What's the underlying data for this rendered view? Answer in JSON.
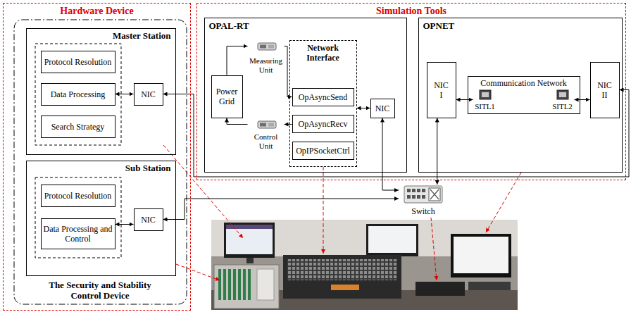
{
  "diagram": {
    "nodes": [
      {
        "text": [
          "Hardware Device"
        ]
      },
      {
        "text": [
          "The Security and Stability Control Device"
        ],
        "in": 0
      },
      {
        "text": [
          "Master Station"
        ],
        "in": 1
      },
      {
        "text": [
          "Protocol Resolution"
        ],
        "in": 2
      },
      {
        "text": [
          "Data Processing"
        ],
        "in": 2
      },
      {
        "text": [
          "Search Strategy"
        ],
        "in": 2
      },
      {
        "text": [
          "NIC"
        ],
        "in": 2
      },
      {
        "text": [
          "Sub Station"
        ],
        "in": 1
      },
      {
        "text": [
          "Protocol Resolution"
        ],
        "in": 7
      },
      {
        "text": [
          "Data Processing and Control"
        ],
        "in": 7
      },
      {
        "text": [
          "NIC"
        ],
        "in": 7
      },
      {
        "text": [
          "Simulation Tools"
        ]
      },
      {
        "text": [
          "OPAL-RT"
        ],
        "in": 11
      },
      {
        "text": [
          "Power Grid"
        ],
        "in": 12
      },
      {
        "text": [
          "Measuring Unit"
        ],
        "in": 12
      },
      {
        "text": [
          "Control Unit"
        ],
        "in": 12
      },
      {
        "text": [
          "Network Interface"
        ],
        "in": 12
      },
      {
        "text": [
          "OpAsyncSend"
        ],
        "in": 16
      },
      {
        "text": [
          "OpAsyncRecv"
        ],
        "in": 16
      },
      {
        "text": [
          "OpIPSocketCtrl"
        ],
        "in": 16
      },
      {
        "text": [
          "NIC"
        ],
        "in": 12
      },
      {
        "text": [
          "OPNET"
        ],
        "in": 11
      },
      {
        "text": [
          "NIC I"
        ],
        "in": 21
      },
      {
        "text": [
          "Communication Network"
        ],
        "in": 21
      },
      {
        "text": [
          "SITL1"
        ],
        "in": 23
      },
      {
        "text": [
          "SITL2"
        ],
        "in": 23
      },
      {
        "text": [
          "NIC II"
        ],
        "in": 21
      },
      {
        "text": [
          "Switch"
        ]
      }
    ],
    "edges": [
      {
        "from": 4,
        "to": 6,
        "arrow": "both"
      },
      {
        "from": 9,
        "to": 10,
        "arrow": "both"
      },
      {
        "from": 6,
        "to": 26,
        "arrow": "both"
      },
      {
        "from": 10,
        "to": 27,
        "arrow": "both"
      },
      {
        "from": 13,
        "to": 14,
        "arrow": "to"
      },
      {
        "from": 14,
        "to": 17,
        "arrow": "to"
      },
      {
        "from": 18,
        "to": 15,
        "arrow": "to"
      },
      {
        "from": 15,
        "to": 13,
        "arrow": "to"
      },
      {
        "from": 16,
        "to": 20,
        "arrow": "both"
      },
      {
        "from": 20,
        "to": 27,
        "arrow": "both"
      },
      {
        "from": 22,
        "to": 27,
        "arrow": "both"
      },
      {
        "from": 22,
        "to": 24,
        "arrow": "both"
      },
      {
        "from": 25,
        "to": 26,
        "arrow": "both"
      }
    ]
  }
}
